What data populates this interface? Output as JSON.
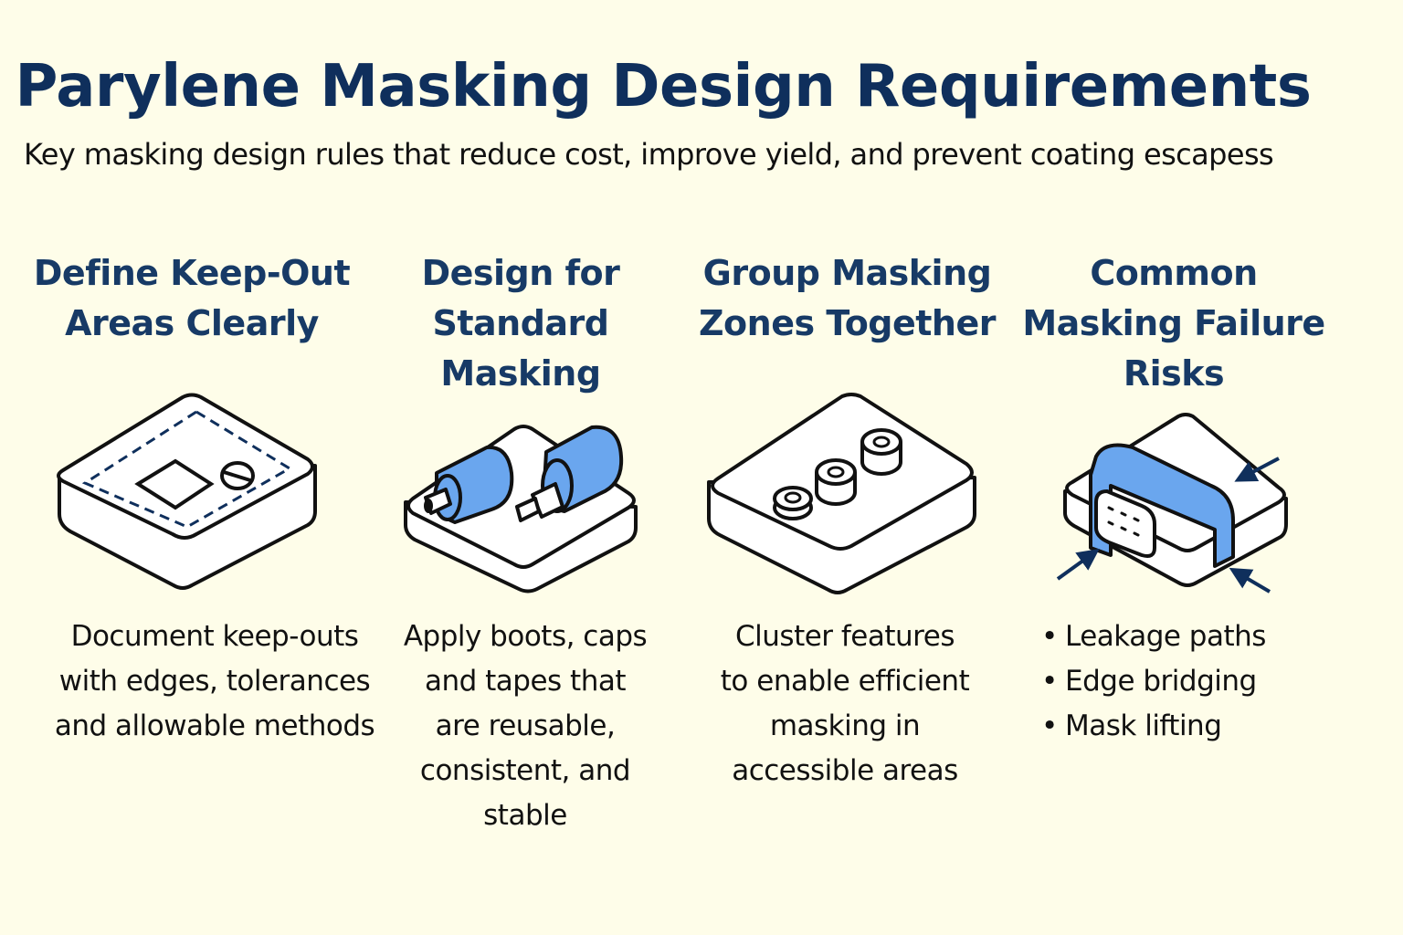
{
  "header": {
    "title": "Parylene Masking Design Requirements",
    "subtitle": "Key masking design rules that reduce cost, improve yield, and prevent coating escapess"
  },
  "colors": {
    "background": "#fefde9",
    "title": "#0f2f5c",
    "heading": "#173a66",
    "mask_blue": "#6aa6ee",
    "outline": "#111111",
    "arrow": "#0f2f5c"
  },
  "columns": [
    {
      "heading_lines": [
        "Define Keep-Out",
        "Areas Clearly"
      ],
      "illustration": "pcb-keep-out-zone-icon",
      "body_lines": [
        "Document keep-outs",
        "with edges, tolerances",
        "and allowable methods"
      ]
    },
    {
      "heading_lines": [
        "Design for",
        "Standard",
        "Masking"
      ],
      "illustration": "boots-and-caps-icon",
      "body_lines": [
        "Apply boots, caps",
        "and tapes that",
        "are reusable,",
        "consistent, and",
        "stable"
      ]
    },
    {
      "heading_lines": [
        "Group Masking",
        "Zones Together"
      ],
      "illustration": "grouped-standoffs-icon",
      "body_lines": [
        "Cluster features",
        "to enable efficient",
        "masking in",
        "accessible areas"
      ]
    },
    {
      "heading_lines": [
        "Common",
        "Masking Failure",
        "Risks"
      ],
      "illustration": "connector-mask-failure-icon",
      "bullet_char": "•",
      "bullets": [
        "Leakage paths",
        "Edge bridging",
        "Mask lifting"
      ]
    }
  ]
}
